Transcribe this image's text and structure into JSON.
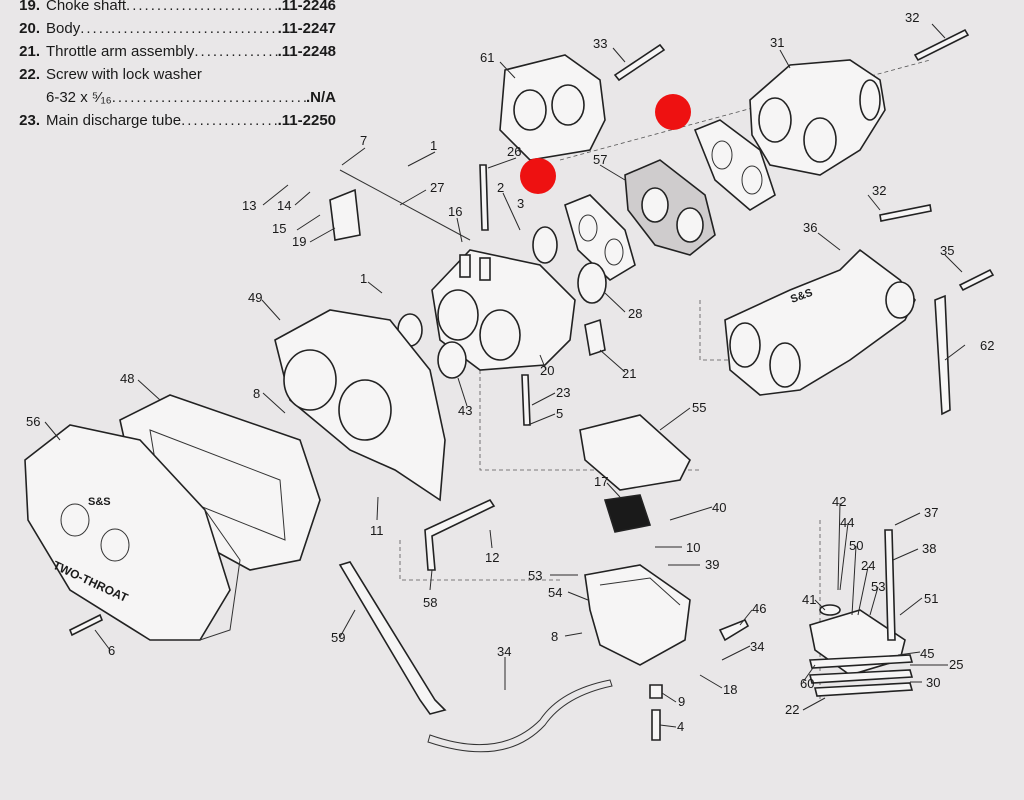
{
  "parts_list": [
    {
      "num": "19.",
      "name": "Choke shaft",
      "code": ".11-2246"
    },
    {
      "num": "20.",
      "name": "Body",
      "code": ".11-2247"
    },
    {
      "num": "21.",
      "name": "Throttle arm assembly",
      "code": ".11-2248"
    },
    {
      "num": "22.",
      "name": "Screw with lock washer",
      "code": ""
    },
    {
      "num": "",
      "name": "6-32 x ⁵⁄₁₆",
      "code": ".N/A"
    },
    {
      "num": "23.",
      "name": "Main discharge tube",
      "code": ".11-2250"
    }
  ],
  "callouts": [
    "32",
    "33",
    "61",
    "31",
    "7",
    "1",
    "26",
    "57",
    "13",
    "14",
    "27",
    "15",
    "19",
    "2",
    "3",
    "16",
    "32",
    "36",
    "35",
    "1",
    "28",
    "62",
    "49",
    "21",
    "20",
    "23",
    "48",
    "8",
    "43",
    "55",
    "5",
    "56",
    "17",
    "40",
    "42",
    "44",
    "37",
    "11",
    "50",
    "38",
    "10",
    "12",
    "24",
    "39",
    "53",
    "51",
    "53",
    "54",
    "58",
    "41",
    "46",
    "59",
    "8",
    "34",
    "45",
    "34",
    "25",
    "60",
    "30",
    "18",
    "9",
    "6",
    "22",
    "4"
  ],
  "logo_text": {
    "brand": "S&S",
    "model": "TWO-THROAT",
    "manifold_brand": "S&S"
  },
  "markers": {
    "color": "#ee1111",
    "count": 2
  }
}
